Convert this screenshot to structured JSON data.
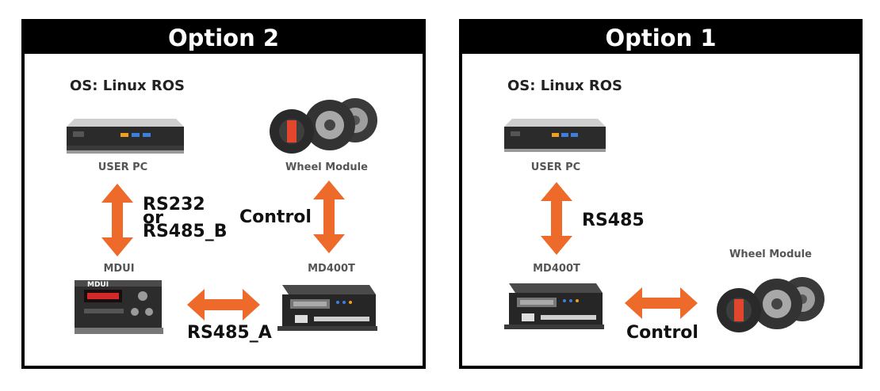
{
  "option2": {
    "title": "Option 2",
    "os": "OS: Linux ROS",
    "user_pc": "USER PC",
    "wheel_module": "Wheel Module",
    "mdui": "MDUI",
    "md400t": "MD400T",
    "link_pc_mdui": [
      "RS232",
      "or",
      "RS485_B"
    ],
    "link_wheel": "Control",
    "link_mdui_md400t": "RS485_A",
    "mdui_screen_title": "MDUI"
  },
  "option1": {
    "title": "Option 1",
    "os": "OS: Linux ROS",
    "user_pc": "USER PC",
    "md400t": "MD400T",
    "wheel_module": "Wheel Module",
    "link_pc_md400t": "RS485",
    "link_wheel": "Control"
  },
  "colors": {
    "arrow": "#ee6a2a",
    "panel_border": "#000000",
    "header_bg": "#000000",
    "header_text": "#ffffff"
  },
  "icons": [
    "mini-pc-icon",
    "wheel-module-icon",
    "motor-driver-icon",
    "mdui-controller-icon",
    "double-arrow-icon"
  ]
}
